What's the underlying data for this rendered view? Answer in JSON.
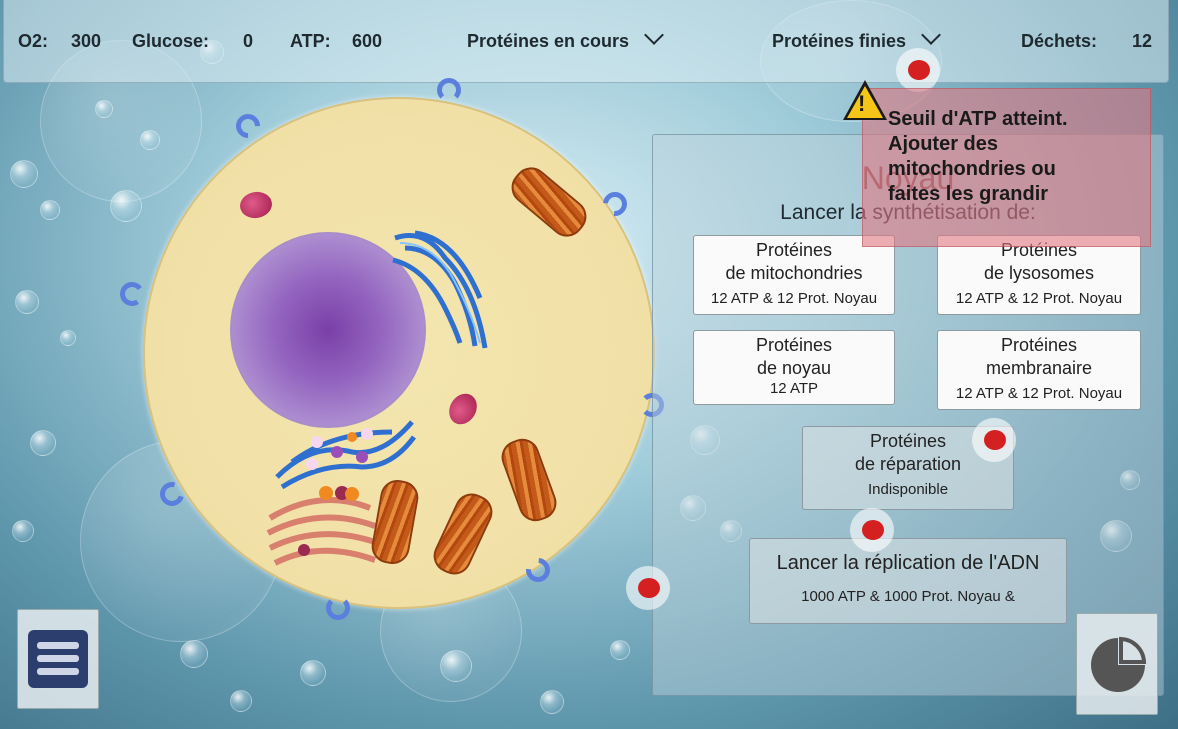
{
  "topbar": {
    "o2_label": "O2:",
    "o2_value": "300",
    "glucose_label": "Glucose:",
    "glucose_value": "0",
    "atp_label": "ATP:",
    "atp_value": "600",
    "proteins_in_progress": "Protéines en cours",
    "proteins_done": "Protéines finies",
    "waste_label": "Déchets:",
    "waste_value": "12"
  },
  "warning": {
    "line1": "Seuil d'ATP atteint.",
    "line2": "Ajouter des",
    "line3": "mitochondries ou",
    "line4": "faites les grandir",
    "icon": "warning-triangle-icon"
  },
  "panel": {
    "title": "Noyau",
    "subtitle": "Lancer la synthétisation de:",
    "buttons": [
      {
        "line1": "Protéines",
        "line2": "de mitochondries",
        "cost": "12 ATP & 12 Prot. Noyau"
      },
      {
        "line1": "Protéines",
        "line2": "de lysosomes",
        "cost": "12 ATP & 12 Prot. Noyau"
      },
      {
        "line1": "Protéines",
        "line2": "de noyau",
        "cost": "12 ATP"
      },
      {
        "line1": "Protéines",
        "line2": "membranaire",
        "cost": "12 ATP & 12 Prot. Noyau"
      },
      {
        "line1": "Protéines",
        "line2": "de réparation",
        "cost": "Indisponible"
      }
    ],
    "replication": {
      "label": "Lancer la réplication de l'ADN",
      "cost": "1000 ATP & 1000 Prot. Noyau &"
    }
  },
  "icons": {
    "menu": "menu-icon",
    "stats": "pie-chart-icon"
  },
  "colors": {
    "accent": "#2b3e6e",
    "warning": "#f5c518",
    "cytoplasm": "#f1e0a6"
  }
}
